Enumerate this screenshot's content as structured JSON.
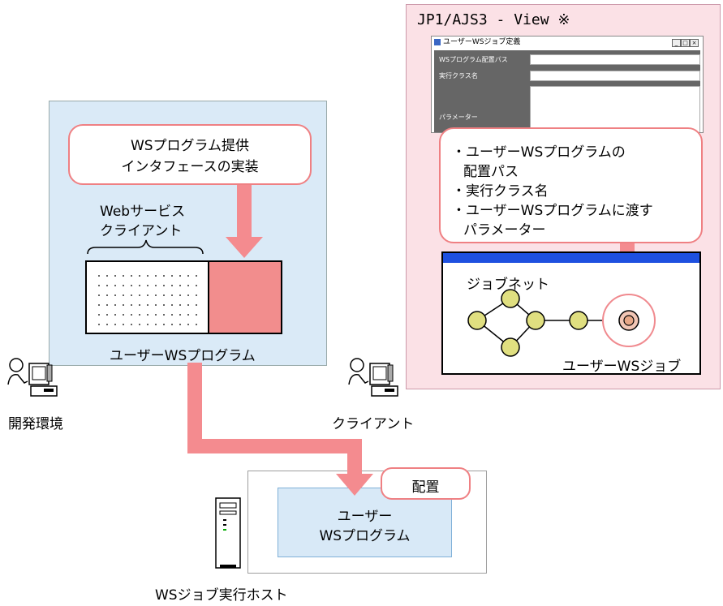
{
  "view": {
    "title": "JP1/AJS3 - View ※",
    "dialog": {
      "title": "ユーザーWSジョブ定義",
      "field_path": "WSプログラム配置パス",
      "field_class": "実行クラス名",
      "field_params": "パラメーター",
      "win_buttons": [
        "_",
        "□",
        "×"
      ]
    },
    "callout_lines": [
      "・ユーザーWSプログラムの",
      "配置パス",
      "・実行クラス名",
      "・ユーザーWSプログラムに渡す",
      "パラメーター"
    ],
    "jobnet_label": "ジョブネット",
    "user_ws_job": "ユーザーWSジョブ"
  },
  "dev": {
    "interface_lines": [
      "WSプログラム提供",
      "インタフェースの実装"
    ],
    "client_lines": [
      "Webサービス",
      "クライアント"
    ],
    "program_label": "ユーザーWSプログラム",
    "env_label": "開発環境"
  },
  "client_label": "クライアント",
  "host": {
    "place_label": "配置",
    "program_lines": [
      "ユーザー",
      "WSプログラム"
    ],
    "host_label": "WSジョブ実行ホスト"
  },
  "colors": {
    "arrow": "#f48b8f",
    "node_fill": "#e0df80",
    "job_ring": "#f08a8f"
  }
}
